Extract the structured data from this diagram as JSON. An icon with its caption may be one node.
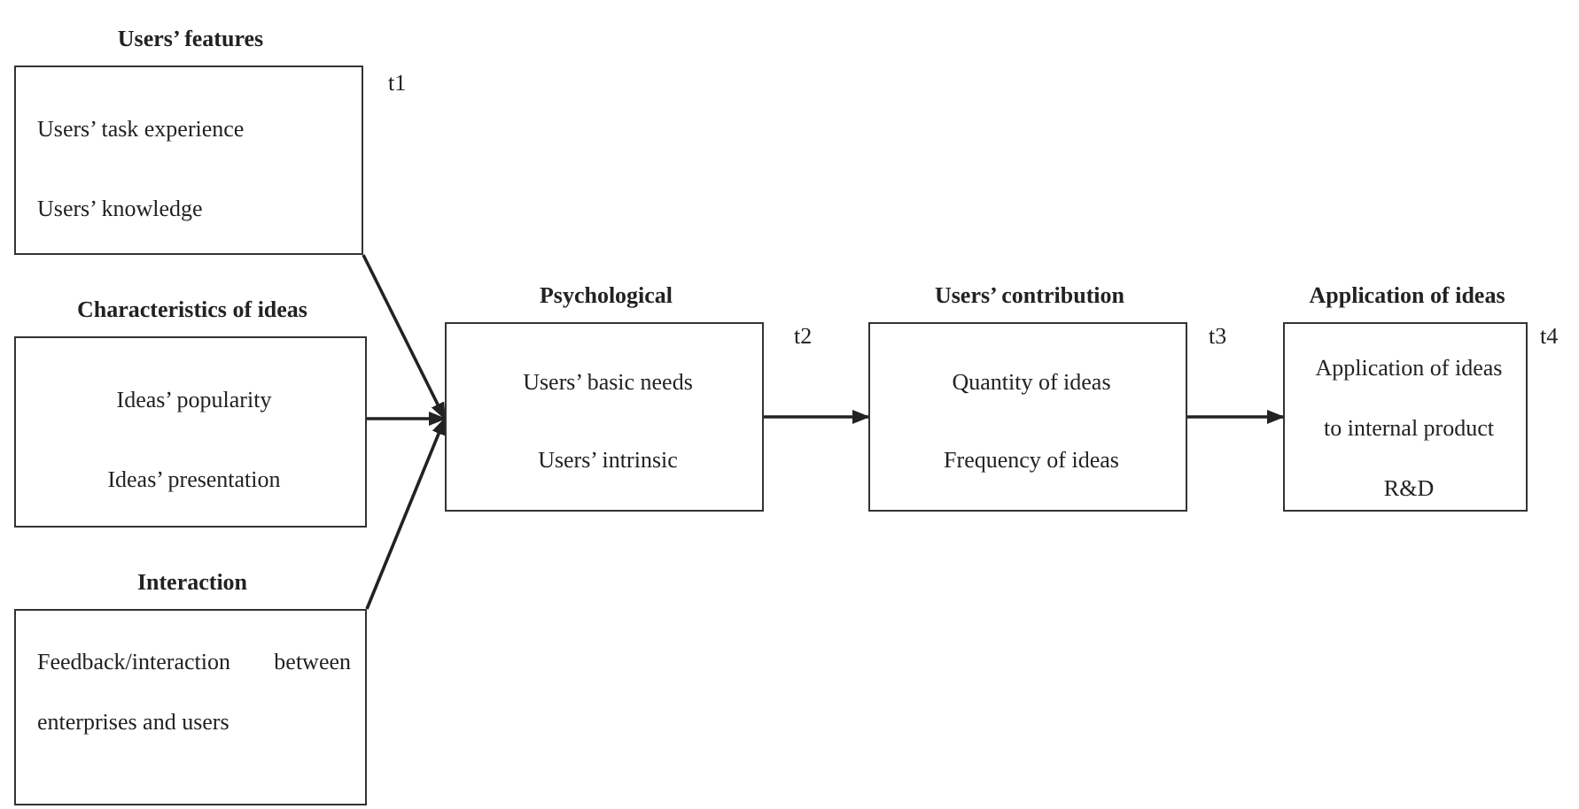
{
  "diagram": {
    "nodes": [
      {
        "text": [
          "Users’ features",
          "Users’ task experience",
          "Users’ knowledge"
        ],
        "beside": [
          "t1"
        ]
      },
      {
        "text": [
          "Characteristics of ideas",
          "Ideas’ popularity",
          "Ideas’ presentation"
        ]
      },
      {
        "text": [
          "Interaction",
          "Feedback/interaction between enterprises and users"
        ]
      },
      {
        "text": [
          "Psychological",
          "Users’ basic needs",
          "Users’ intrinsic"
        ],
        "beside": [
          "t2"
        ]
      },
      {
        "text": [
          "Users’ contribution",
          "Quantity of ideas",
          "Frequency of ideas"
        ],
        "beside": [
          "t3"
        ]
      },
      {
        "text": [
          "Application of ideas",
          "Application of ideas to internal product R&D"
        ],
        "beside": [
          "t4"
        ]
      }
    ],
    "edges": [
      {
        "from": 0,
        "to": 3,
        "arrow": "to"
      },
      {
        "from": 1,
        "to": 3,
        "arrow": "to"
      },
      {
        "from": 2,
        "to": 3,
        "arrow": "to"
      },
      {
        "from": 3,
        "to": 4,
        "arrow": "to"
      },
      {
        "from": 4,
        "to": 5,
        "arrow": "to"
      }
    ]
  }
}
